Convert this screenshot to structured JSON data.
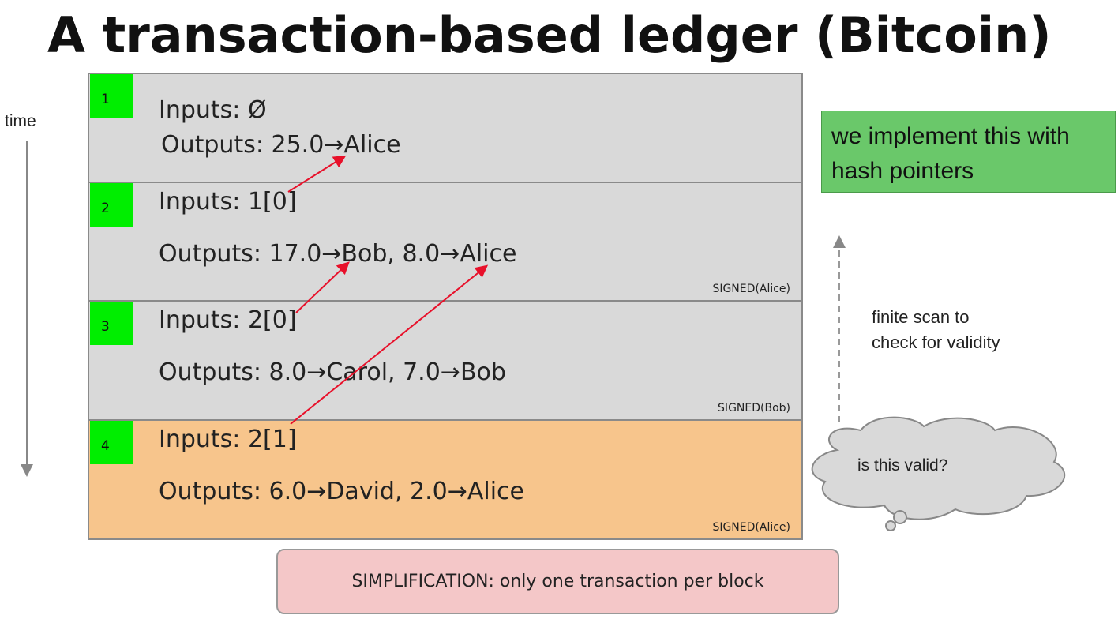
{
  "title": "A transaction-based ledger (Bitcoin)",
  "time_label": "time",
  "blocks": [
    {
      "number": "1",
      "inputs": "Inputs: Ø",
      "outputs": "Outputs: 25.0→Alice",
      "signed": ""
    },
    {
      "number": "2",
      "inputs": "Inputs: 1[0]",
      "outputs": "Outputs: 17.0→Bob, 8.0→Alice",
      "signed": "SIGNED(Alice)"
    },
    {
      "number": "3",
      "inputs": "Inputs: 2[0]",
      "outputs": "Outputs: 8.0→Carol, 7.0→Bob",
      "signed": "SIGNED(Bob)"
    },
    {
      "number": "4",
      "inputs": "Inputs: 2[1]",
      "outputs": "Outputs: 6.0→David, 2.0→Alice",
      "signed": "SIGNED(Alice)"
    }
  ],
  "hash_note": "we implement this with hash pointers",
  "scan_note": {
    "line1": "finite scan to",
    "line2": "check for validity"
  },
  "cloud": "is this valid?",
  "simplification": "SIMPLIFICATION: only one transaction per block",
  "colors": {
    "block": "#d9d9d9",
    "highlight": "#f7c58c",
    "badge": "#00ee00",
    "note": "#6ac86a",
    "arrow": "#e8102a",
    "simplification": "#f4c7c8"
  }
}
